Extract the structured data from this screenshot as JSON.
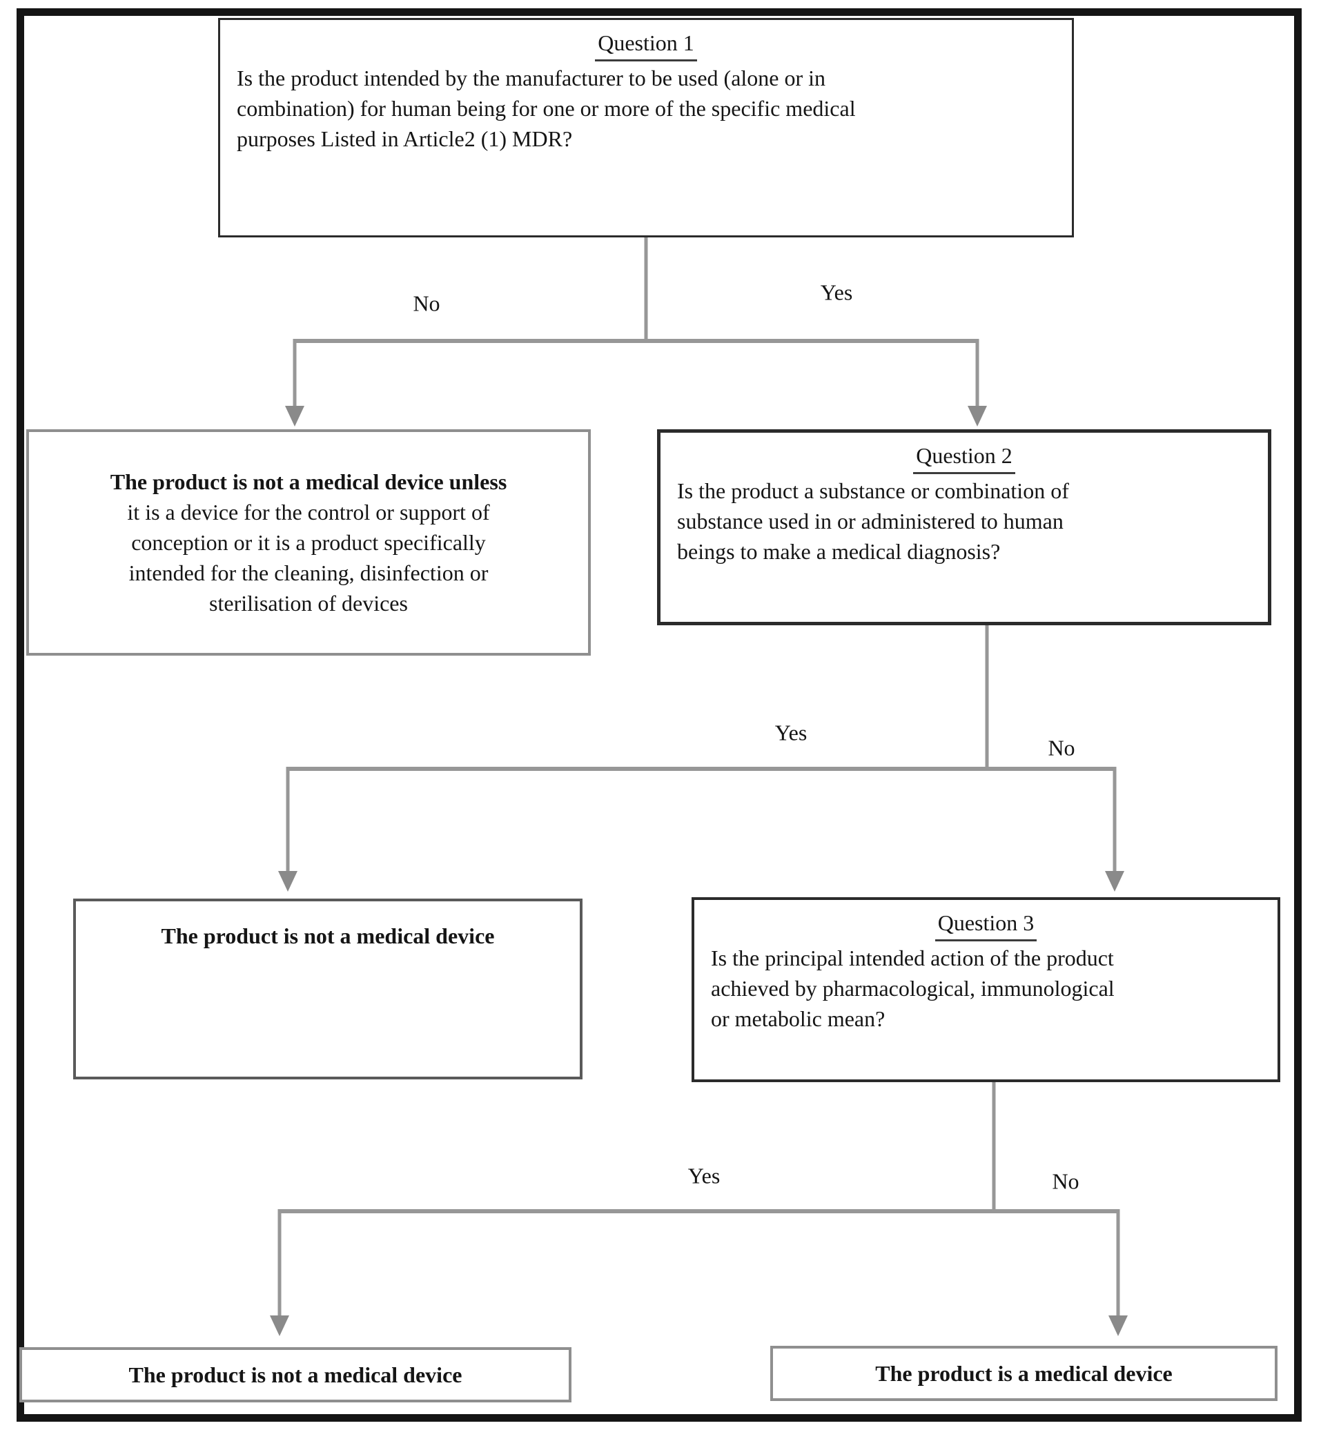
{
  "diagram": {
    "question1": {
      "title": "Question 1",
      "text": "Is the product intended by the manufacturer to be used (alone or in\ncombination) for human being for one or more of the specific medical\npurposes Listed in Article2 (1) MDR?"
    },
    "branch1": {
      "no": "No",
      "yes": "Yes"
    },
    "outcome_not_md_unless": {
      "lead": "The product is not a medical device unless",
      "text": "it is a device for the control or support of\nconception or it is a product specifically\nintended for the cleaning, disinfection or\nsterilisation of devices"
    },
    "question2": {
      "title": "Question 2",
      "text": "Is the product a substance or combination of\nsubstance used in or administered to human\nbeings to make a medical diagnosis?"
    },
    "branch2": {
      "yes": "Yes",
      "no": "No"
    },
    "outcome_not_md_mid": {
      "text": "The product is not a medical device"
    },
    "question3": {
      "title": "Question 3",
      "text": "Is the principal intended action of the product\nachieved by pharmacological, immunological\nor metabolic mean?"
    },
    "branch3": {
      "yes": "Yes",
      "no": "No"
    },
    "outcome_not_md_final": {
      "text": "The product is not a medical device"
    },
    "outcome_is_md": {
      "text": "The product is a medical device"
    }
  },
  "colors": {
    "line": "#979797",
    "arrow": "#8a8a8a",
    "question_border": "#2b2b2b",
    "outcome_border": "#8f8f8f",
    "frame": "#151515"
  }
}
